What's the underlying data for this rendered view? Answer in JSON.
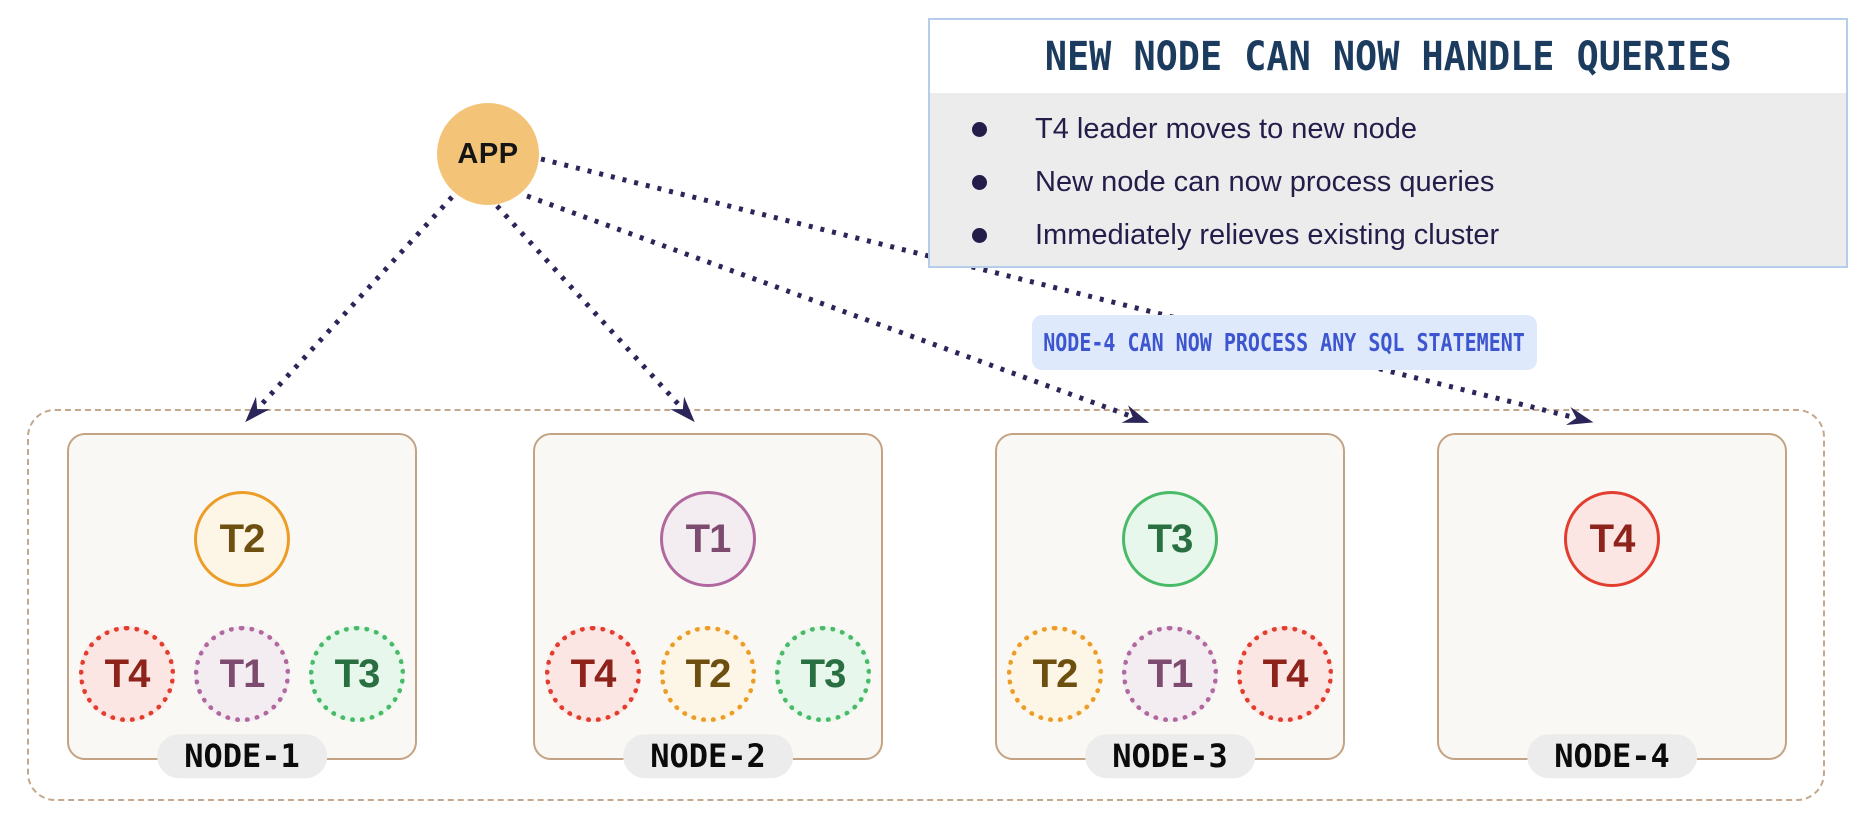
{
  "info_panel": {
    "title": "NEW NODE CAN NOW HANDLE QUERIES",
    "bullets": [
      "T4 leader moves to new node",
      "New node can now process queries",
      "Immediately relieves existing cluster"
    ]
  },
  "callout": {
    "text": "NODE-4 CAN NOW PROCESS ANY SQL STATEMENT"
  },
  "app": {
    "label": "APP"
  },
  "cluster": {
    "nodes": [
      {
        "name": "NODE-1",
        "leader": "T2",
        "followers": [
          "T4",
          "T1",
          "T3"
        ]
      },
      {
        "name": "NODE-2",
        "leader": "T1",
        "followers": [
          "T4",
          "T2",
          "T3"
        ]
      },
      {
        "name": "NODE-3",
        "leader": "T3",
        "followers": [
          "T2",
          "T1",
          "T4"
        ]
      },
      {
        "name": "NODE-4",
        "leader": "T4",
        "followers": []
      }
    ]
  },
  "tablet_colors": {
    "T1": {
      "border": "#b0689e",
      "fill": "#f3edf2",
      "text": "#7d4b6f"
    },
    "T2": {
      "border": "#eb9d28",
      "fill": "#fdf5e5",
      "text": "#6d500f"
    },
    "T3": {
      "border": "#49ba67",
      "fill": "#e7f7ec",
      "text": "#2a6f41"
    },
    "T4": {
      "border": "#e23d2e",
      "fill": "#fbe6e4",
      "text": "#8e231c"
    }
  },
  "colors": {
    "arrow": "#2b2559",
    "app_fill": "#f3c377",
    "node_border": "#c4a385",
    "outer_border": "#c4a88d",
    "info_border": "#b5cde8",
    "info_title": "#1c3c5f",
    "bullet_text": "#241d4a",
    "callout_bg": "#dee9fc",
    "callout_text": "#3d55cf"
  }
}
